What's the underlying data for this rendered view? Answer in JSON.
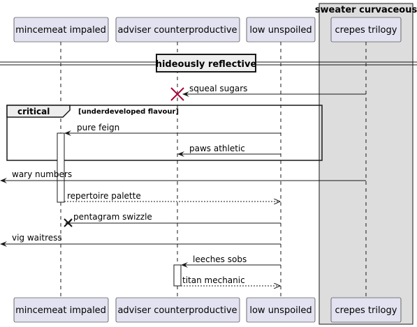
{
  "participants": {
    "mincemeat": "mincemeat impaled",
    "adviser": "adviser counterproductive",
    "low": "low unspoiled",
    "crepes": "crepes trilogy"
  },
  "box": {
    "title": "sweater curvaceous",
    "fill": "#dddddd"
  },
  "divider": {
    "label": "hideously reflective"
  },
  "fragment": {
    "keyword": "critical",
    "condition": "[underdeveloped flavour]"
  },
  "messages": {
    "m1": "squeal sugars",
    "m2": "pure feign",
    "m3": "paws athletic",
    "m4": "wary numbers",
    "m5": "repertoire palette",
    "m6": "pentagram swizzle",
    "m7": "vig waitress",
    "m8": "leeches sobs",
    "m9": "titan mechanic"
  },
  "colors": {
    "participant_fill": "#e2e2f0",
    "participant_border": "#181818",
    "destroy_mark": "#a80036",
    "lifeline": "#181818"
  }
}
